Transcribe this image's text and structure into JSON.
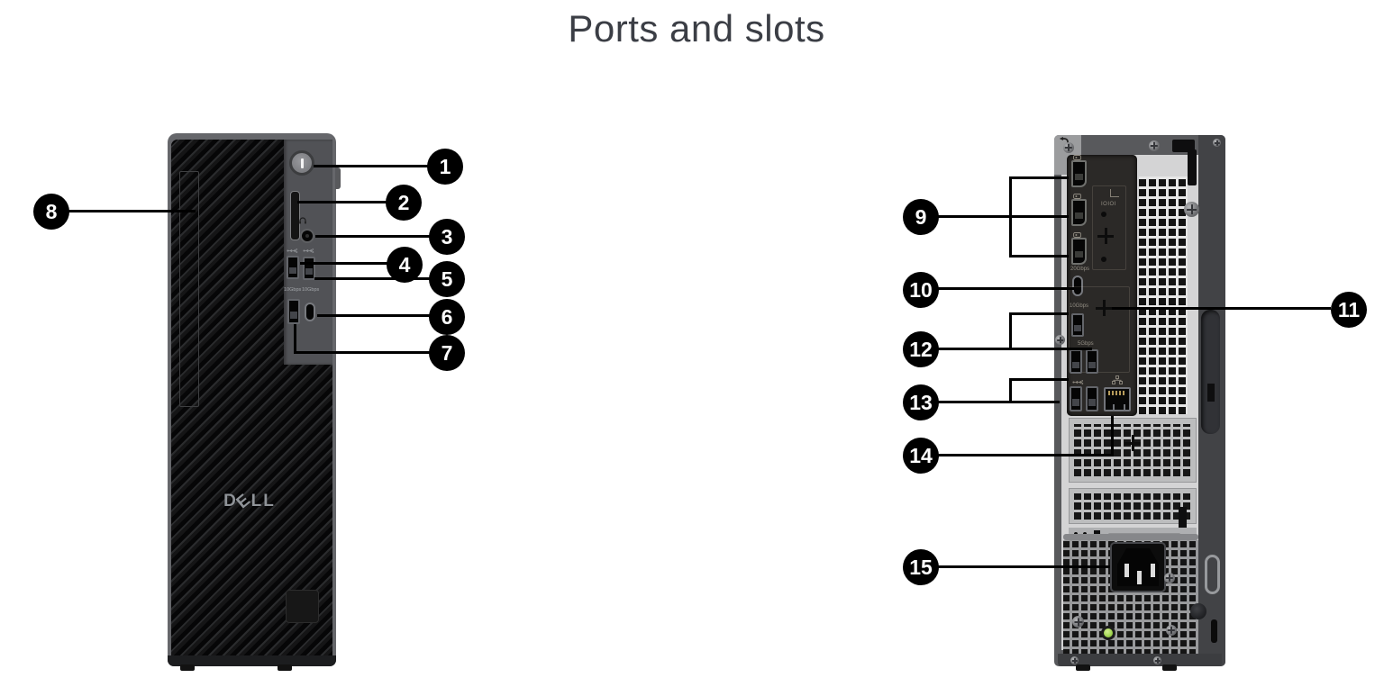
{
  "title": "Ports and slots",
  "front": {
    "logo_letters": [
      "D",
      "E",
      "L",
      "L"
    ],
    "usb_speed_left": "10Gbps",
    "usb_speed_right": "10Gbps",
    "callouts": [
      "1",
      "2",
      "3",
      "4",
      "5",
      "6",
      "7",
      "8"
    ],
    "icons": [
      "power-icon",
      "sd-card-slot",
      "headset-icon",
      "usb-icon",
      "usb-powershare-icon",
      "usb-c-port",
      "dell-logo"
    ]
  },
  "rear": {
    "serial_label": "IOIOI",
    "usb_c_speed": "20Gbps",
    "usb_a_speed_10": "10Gbps",
    "usb_a_speed_5": "5Gbps",
    "callouts": [
      "9",
      "10",
      "11",
      "12",
      "13",
      "14",
      "15"
    ],
    "icons": [
      "displayport-icon",
      "ethernet-icon",
      "usb-icon",
      "latch-arrow-icon",
      "plus-knockout-mark",
      "power-inlet",
      "status-led"
    ]
  },
  "colors": {
    "background": "#ffffff",
    "title_text": "#3b3e45",
    "callout_bg": "#000000",
    "callout_text": "#ffffff",
    "chassis_front_dark": "#0d0d0e",
    "chassis_gray": "#66676b",
    "rear_metal_light": "#d4d4d5",
    "io_recess": "#2b2927",
    "led_green": "#9ed44d"
  }
}
